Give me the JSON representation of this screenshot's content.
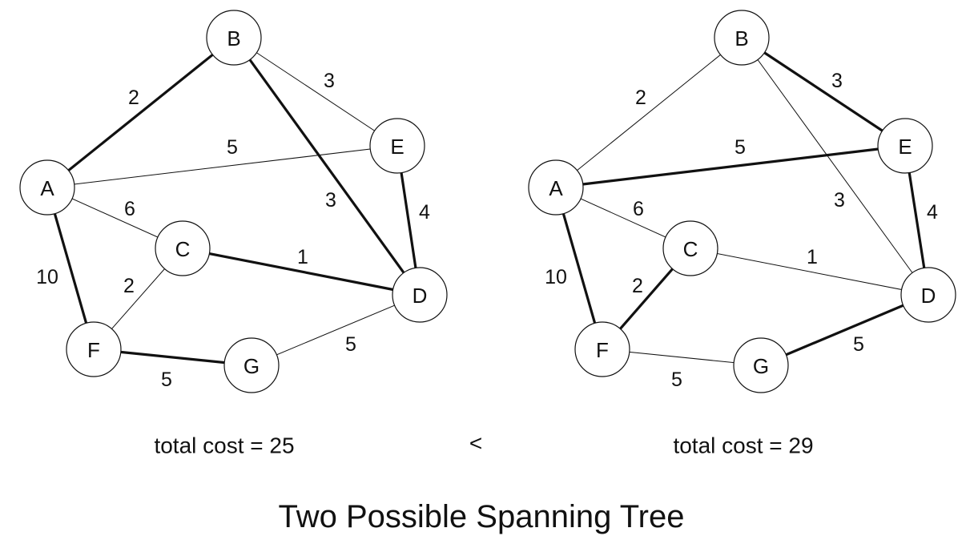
{
  "title": "Two Possible Spanning Tree",
  "comparison_symbol": "<",
  "graphs": [
    {
      "id": "left",
      "total_cost_text": "total cost = 25",
      "nodes": [
        "A",
        "B",
        "C",
        "D",
        "E",
        "F",
        "G"
      ],
      "edges": [
        {
          "from": "A",
          "to": "B",
          "weight": "2",
          "in_tree": true
        },
        {
          "from": "B",
          "to": "E",
          "weight": "3",
          "in_tree": false
        },
        {
          "from": "A",
          "to": "E",
          "weight": "5",
          "in_tree": false
        },
        {
          "from": "B",
          "to": "D",
          "weight": "3",
          "in_tree": true
        },
        {
          "from": "E",
          "to": "D",
          "weight": "4",
          "in_tree": true
        },
        {
          "from": "A",
          "to": "C",
          "weight": "6",
          "in_tree": false
        },
        {
          "from": "C",
          "to": "D",
          "weight": "1",
          "in_tree": true
        },
        {
          "from": "A",
          "to": "F",
          "weight": "10",
          "in_tree": true
        },
        {
          "from": "C",
          "to": "F",
          "weight": "2",
          "in_tree": false
        },
        {
          "from": "F",
          "to": "G",
          "weight": "5",
          "in_tree": true
        },
        {
          "from": "G",
          "to": "D",
          "weight": "5",
          "in_tree": false
        }
      ]
    },
    {
      "id": "right",
      "total_cost_text": "total cost = 29",
      "nodes": [
        "A",
        "B",
        "C",
        "D",
        "E",
        "F",
        "G"
      ],
      "edges": [
        {
          "from": "A",
          "to": "B",
          "weight": "2",
          "in_tree": false
        },
        {
          "from": "B",
          "to": "E",
          "weight": "3",
          "in_tree": true
        },
        {
          "from": "A",
          "to": "E",
          "weight": "5",
          "in_tree": true
        },
        {
          "from": "B",
          "to": "D",
          "weight": "3",
          "in_tree": false
        },
        {
          "from": "E",
          "to": "D",
          "weight": "4",
          "in_tree": true
        },
        {
          "from": "A",
          "to": "C",
          "weight": "6",
          "in_tree": false
        },
        {
          "from": "C",
          "to": "D",
          "weight": "1",
          "in_tree": false
        },
        {
          "from": "A",
          "to": "F",
          "weight": "10",
          "in_tree": true
        },
        {
          "from": "C",
          "to": "F",
          "weight": "2",
          "in_tree": true
        },
        {
          "from": "F",
          "to": "G",
          "weight": "5",
          "in_tree": false
        },
        {
          "from": "G",
          "to": "D",
          "weight": "5",
          "in_tree": true
        }
      ]
    }
  ]
}
